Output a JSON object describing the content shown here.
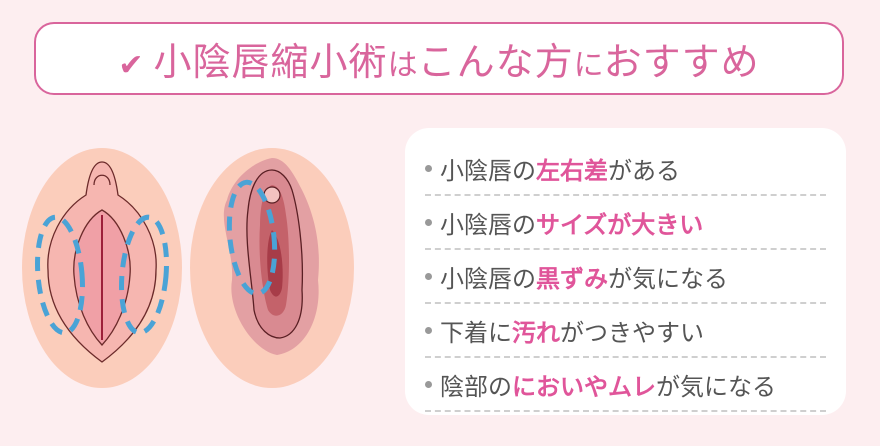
{
  "title": {
    "check_icon": "✔",
    "main": "小陰唇縮小術",
    "particle": "は",
    "middle": "こんな方",
    "particle2": "に",
    "end": "おすすめ",
    "accent_color": "#d9659c"
  },
  "illustrations": [
    {
      "label": "left-right-asymmetry-illustration",
      "markers": "two blue dashed ovals on both labia"
    },
    {
      "label": "darkened-enlarged-labia-illustration",
      "markers": "one blue dashed oval on left side"
    }
  ],
  "list": {
    "highlight_color": "#e0559a",
    "items": [
      {
        "pre": "小陰唇の",
        "hl": "左右差",
        "post": "がある"
      },
      {
        "pre": "小陰唇の",
        "hl": "サイズが大きい",
        "post": ""
      },
      {
        "pre": "小陰唇の",
        "hl": "黒ずみ",
        "post": "が気になる"
      },
      {
        "pre": "下着に",
        "hl": "汚れ",
        "post": "がつきやすい"
      },
      {
        "pre": "陰部の",
        "hl": "においやムレ",
        "post": "が気になる"
      }
    ]
  }
}
